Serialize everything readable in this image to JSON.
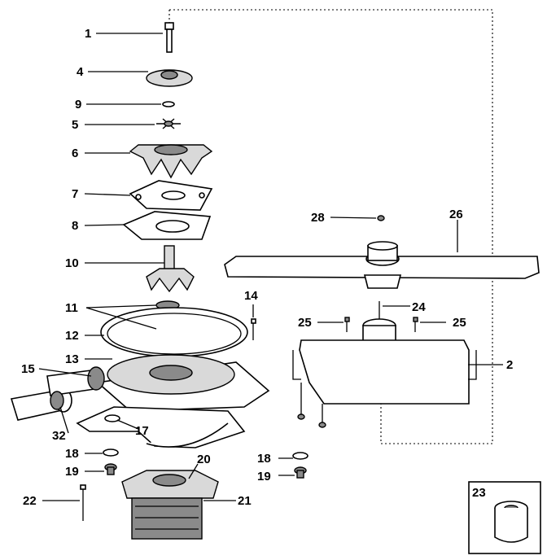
{
  "callouts": {
    "c1": "1",
    "c4": "4",
    "c9": "9",
    "c5": "5",
    "c6": "6",
    "c7": "7",
    "c8": "8",
    "c10": "10",
    "c11": "11",
    "c12": "12",
    "c13": "13",
    "c14": "14",
    "c15": "15",
    "c17": "17",
    "c18a": "18",
    "c19a": "19",
    "c20": "20",
    "c21": "21",
    "c22": "22",
    "c32": "32",
    "c28": "28",
    "c26": "26",
    "c24": "24",
    "c25a": "25",
    "c25b": "25",
    "c2": "2",
    "c18b": "18",
    "c19b": "19",
    "c23": "23"
  },
  "colors": {
    "ink": "#000000",
    "paper": "#ffffff",
    "shade": "#8a8a8a"
  }
}
